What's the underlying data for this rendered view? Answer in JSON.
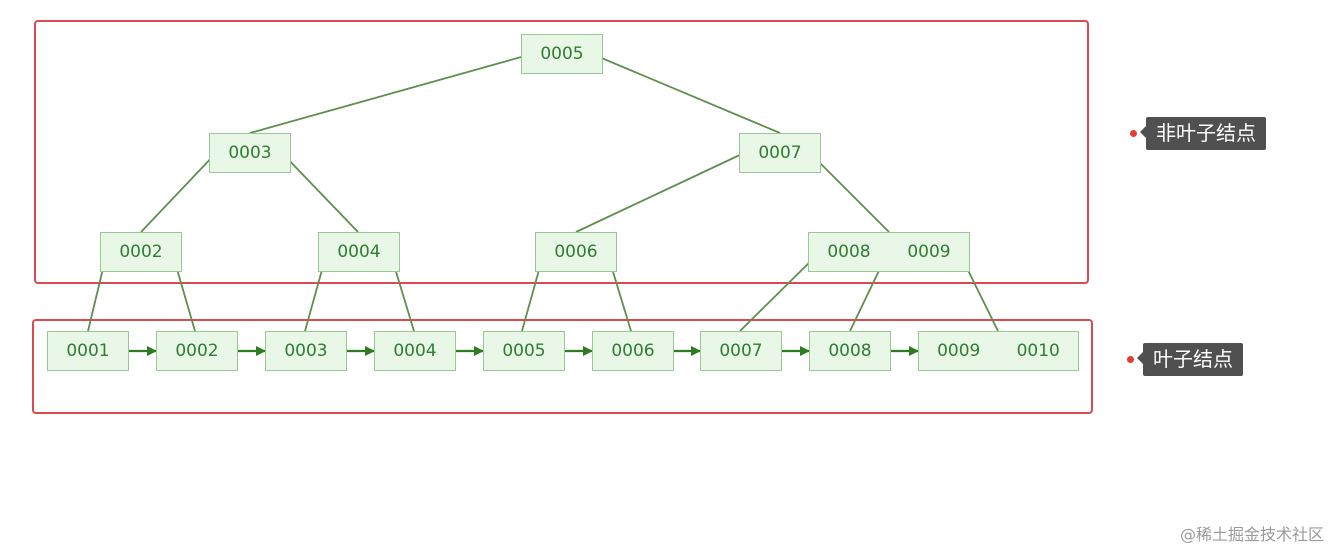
{
  "regions": {
    "non_leaf_label": "非叶子结点",
    "leaf_label": "叶子结点"
  },
  "internal_nodes": {
    "root": [
      "0005"
    ],
    "level1_left": [
      "0003"
    ],
    "level1_right": [
      "0007"
    ],
    "level2_a": [
      "0002"
    ],
    "level2_b": [
      "0004"
    ],
    "level2_c": [
      "0006"
    ],
    "level2_d": [
      "0008",
      "0009"
    ]
  },
  "leaf_nodes": [
    [
      "0001"
    ],
    [
      "0002"
    ],
    [
      "0003"
    ],
    [
      "0004"
    ],
    [
      "0005"
    ],
    [
      "0006"
    ],
    [
      "0007"
    ],
    [
      "0008"
    ],
    [
      "0009",
      "0010"
    ]
  ],
  "colors": {
    "region_border": "#dc4a4f",
    "node_fill": "#e8f7e6",
    "node_border": "#98c896",
    "node_text": "#2e7d32",
    "edge": "#5f8f4e",
    "arrow": "#2f7a22",
    "tag_bg": "#505050",
    "tag_dot": "#e53b30"
  },
  "watermark": "@稀土掘金技术社区"
}
